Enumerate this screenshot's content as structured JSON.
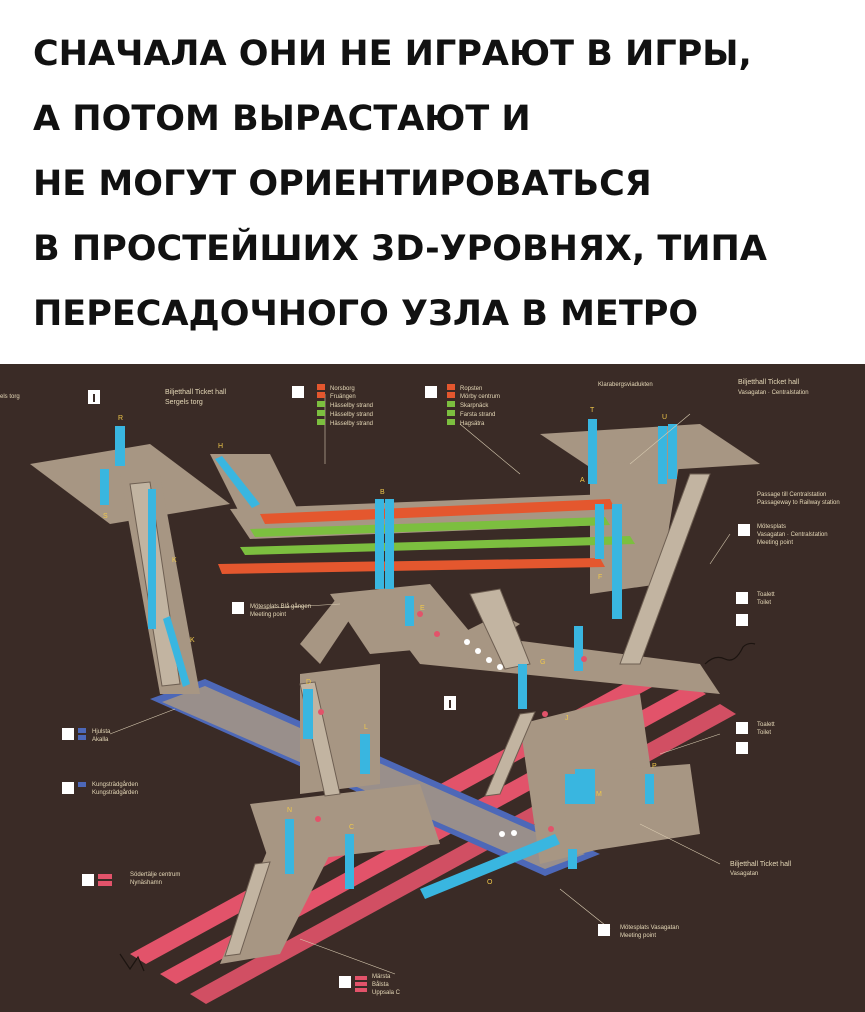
{
  "caption": {
    "lines": [
      "СНАЧАЛА ОНИ НЕ ИГРАЮТ В ИГРЫ,",
      "А ПОТОМ ВЫРАСТАЮТ И",
      "НЕ МОГУТ ОРИЕНТИРОВАТЬСЯ",
      "В ПРОСТЕЙШИХ 3D-УРОВНЯХ, ТИПА",
      "ПЕРЕСАДОЧНОГО УЗЛА В МЕТРО"
    ]
  },
  "map": {
    "colors": {
      "background": "#3a2b26",
      "walkway": "#a79683",
      "platform_blue": "#4d68b8",
      "track_red": "#e2536a",
      "track_orange": "#e4572e",
      "track_green": "#7cbf3f",
      "elevator": "#39b6e0"
    },
    "labels": {
      "ticket_hall_top": [
        "Biljetthall  Ticket hall",
        "Sergels torg"
      ],
      "ticket_hall_right": [
        "Biljetthall  Ticket hall",
        "Vasagatan · Centralstation"
      ],
      "ticket_hall_bottom": [
        "Biljetthall  Ticket hall",
        "Vasagatan"
      ],
      "meeting_point_left": [
        "Mötesplats Blå gången",
        "Meeting point"
      ],
      "meeting_point_right": [
        "Mötesplats",
        "Vasagatan · Centralstation",
        "Meeting point"
      ],
      "meeting_point_bottom": [
        "Mötesplats Vasagatan",
        "Meeting point"
      ],
      "passage": [
        "Passage till Centralstation",
        "Passageway to Railway station"
      ],
      "toilet": [
        "Toalett",
        "Toilet"
      ],
      "line_list_green": [
        "Norsborg",
        "Fruängen",
        "Hässelby strand",
        "Hässelby strand",
        "Hässelby strand"
      ],
      "line_list_right": [
        "Ropsten",
        "Mörby centrum",
        "Skarpnäck",
        "Farsta strand",
        "Hagsätra"
      ],
      "left_blue": [
        "Hjulsta",
        "Akalla"
      ],
      "left_blue2": [
        "Kungsträdgården",
        "Kungsträdgården"
      ],
      "commuter": [
        "Södertälje centrum",
        "Nynäshamn"
      ],
      "commuter2": [
        "Märsta",
        "Bålsta",
        "Uppsala C"
      ],
      "corner": "Klarabergsviadukten",
      "edge": "els torg"
    },
    "letters": [
      "R",
      "S",
      "H",
      "K",
      "K",
      "B",
      "T",
      "U",
      "A",
      "E",
      "F",
      "G",
      "D",
      "L",
      "J",
      "M",
      "P",
      "N",
      "C",
      "O"
    ]
  }
}
